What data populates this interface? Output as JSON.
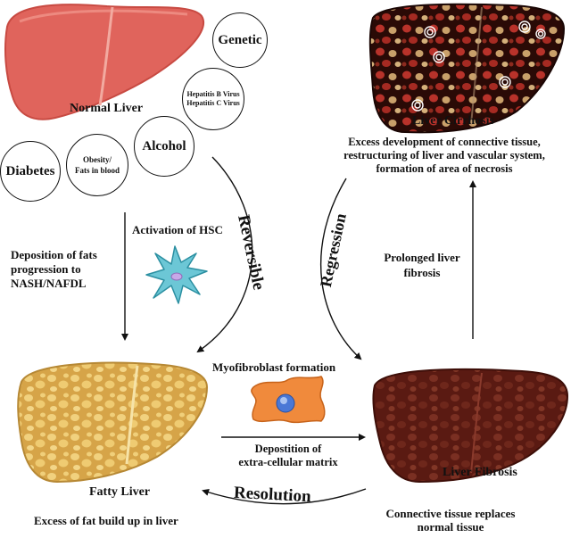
{
  "livers": {
    "normal": "Normal Liver",
    "cirrhosis": "Liver Cirrhosis",
    "fatty": "Fatty Liver",
    "fibrosis": "Liver Fibrosis"
  },
  "risk_factors": {
    "genetic": "Genetic",
    "hepatitis_b": "Hepatitis B Virus",
    "hepatitis_c": "Hepatitis C Virus",
    "alcohol": "Alcohol",
    "diabetes": "Diabetes",
    "obesity_1": "Obesity/",
    "obesity_2": "Fats in blood"
  },
  "descriptions": {
    "cirrhosis_1": "Excess development of connective tissue,",
    "cirrhosis_2": "restructuring of liver and vascular system,",
    "cirrhosis_3": "formation of area of necrosis",
    "fats_1": "Deposition of fats",
    "fats_2": "progression to",
    "fats_3": "NASH/NAFDL",
    "hsc": "Activation of HSC",
    "prolonged_1": "Prolonged liver",
    "prolonged_2": "fibrosis",
    "myofibroblast": "Myofibroblast formation",
    "ecm_1": "Depostition of",
    "ecm_2": "extra-cellular matrix",
    "fatty_desc": "Excess of fat build up in liver",
    "fibrosis_desc_1": "Connective tissue replaces",
    "fibrosis_desc_2": "normal tissue"
  },
  "arc_labels": {
    "reversible": "Reversible",
    "regression": "Regression",
    "resolution": "Resolution"
  },
  "colors": {
    "normal_liver": "#e0645c",
    "fatty_liver": "#d9a84a",
    "fibrosis_liver": "#5a1a12",
    "cirrhosis_liver": "#2a0a06",
    "hsc_cell": "#6cc7d6",
    "myofibroblast": "#f08a3c"
  }
}
